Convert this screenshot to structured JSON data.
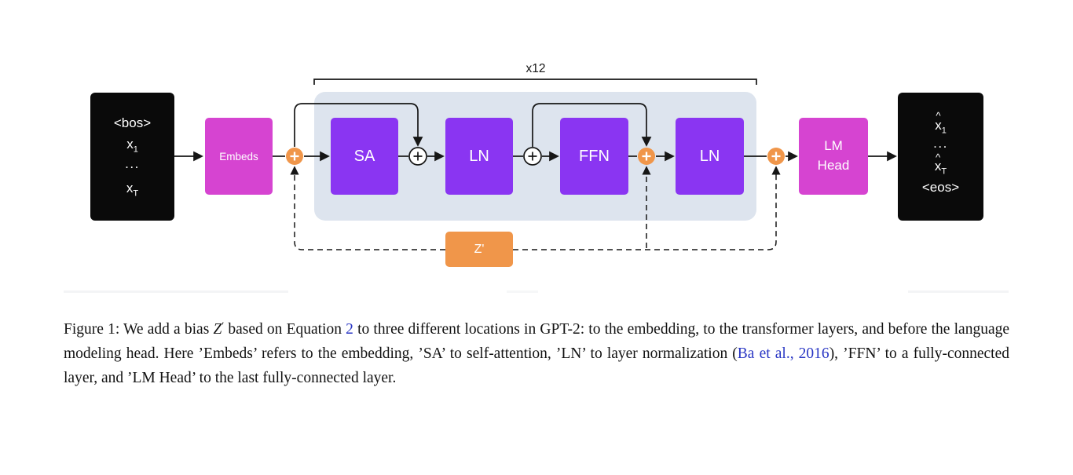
{
  "colors": {
    "token-box": "#0a0a0a",
    "embed-box": "#d644d1",
    "layer-box": "#8a35f2",
    "accent-orange": "#f0964a",
    "layer-group-bg": "#dde4ee",
    "line": "#161616",
    "link": "#2936c4",
    "text-on-dark": "#ffffff",
    "caption-text": "#121212"
  },
  "diagram": {
    "repeat_label": "x12",
    "input_box": {
      "bos": "<bos>",
      "x1_main": "x",
      "x1_sub": "1",
      "dots": "...",
      "xT_main": "x",
      "xT_sub": "T"
    },
    "blocks": {
      "embeds": "Embeds",
      "sa": "SA",
      "ln1": "LN",
      "ffn": "FFN",
      "ln2": "LN",
      "lm_head": "LM Head",
      "bias": "Z'"
    },
    "output_box": {
      "hat": "^",
      "x1_main": "x",
      "x1_sub": "1",
      "dots": "...",
      "xT_main": "x",
      "xT_sub": "T",
      "eos": "<eos>"
    }
  },
  "caption": {
    "part1": "Figure 1: We add a bias ",
    "z_symbol": "Z",
    "prime": "′",
    "part2": " based on Equation ",
    "equation_ref": "2",
    "part3": " to three different locations in GPT-2: to the embedding, to the transformer layers, and before the language modeling head. Here ’Embeds’ refers to the embedding, ’SA’ to self-attention, ’LN’ to layer normalization (",
    "citation": "Ba et al., 2016",
    "part4": "), ’FFN’ to a fully-connected layer, and ’LM Head’ to the last fully-connected layer."
  }
}
